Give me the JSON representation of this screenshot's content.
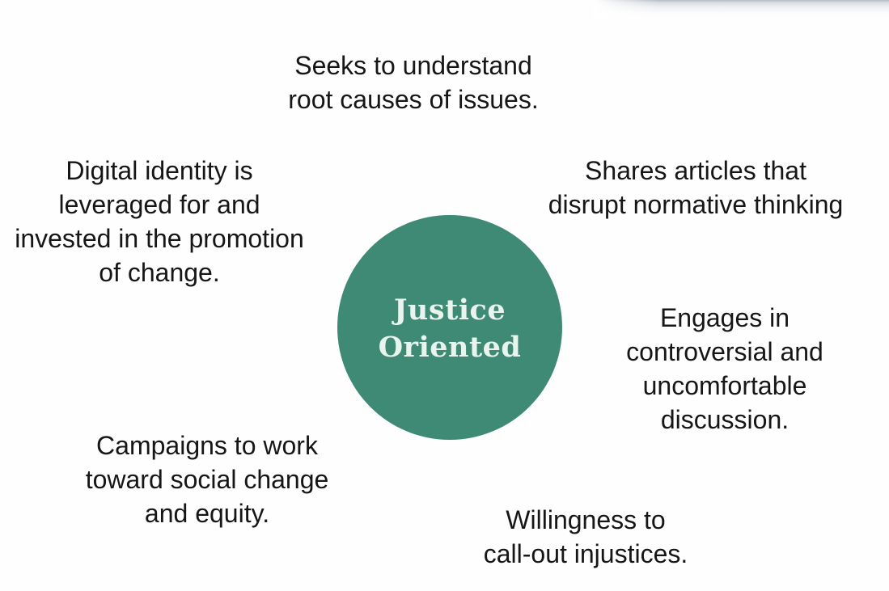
{
  "colors": {
    "page_bg": "#FEFEFE",
    "circle_fill": "#3E8A74",
    "circle_text": "#E9F4EE",
    "body_text": "#161616"
  },
  "diagram": {
    "circle": {
      "lines": [
        "Justice",
        "Oriented"
      ]
    },
    "items": [
      {
        "id": "seeks-root-causes",
        "lines": [
          "Seeks to understand",
          "root causes of issues."
        ]
      },
      {
        "id": "digital-identity",
        "lines": [
          "Digital identity is",
          "leveraged for and",
          "invested in the promotion",
          "of change."
        ]
      },
      {
        "id": "shares-articles",
        "lines": [
          "Shares articles that",
          "disrupt normative thinking"
        ]
      },
      {
        "id": "engages-discussion",
        "lines": [
          "Engages in",
          "controversial and",
          "uncomfortable",
          "discussion."
        ]
      },
      {
        "id": "campaigns-equity",
        "lines": [
          "Campaigns to work",
          "toward social change",
          "and equity."
        ]
      },
      {
        "id": "willingness-callout",
        "lines": [
          "Willingness to",
          "call-out injustices."
        ]
      }
    ]
  }
}
